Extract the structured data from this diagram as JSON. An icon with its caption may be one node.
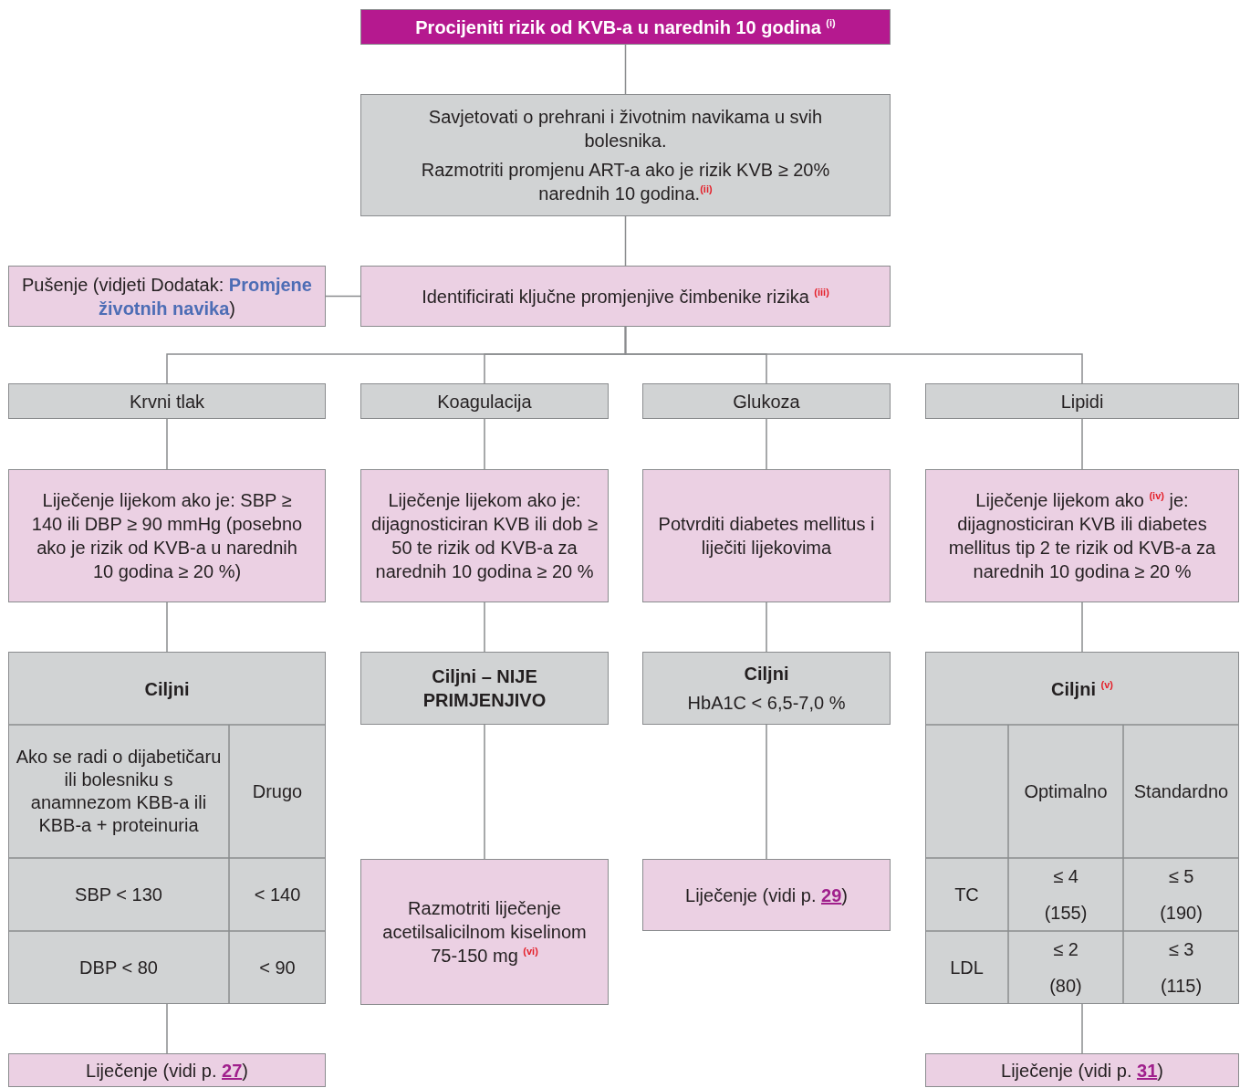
{
  "diagram": {
    "nodes": [
      {
        "text": [
          "Procijeniti rizik od KVB-a u narednih 10 godina $^{(i)}$"
        ]
      },
      {
        "text": [
          "Savjetovati o prehrani i životnim navikama u svih bolesnika.",
          "Razmotriti promjenu ART-a ako je rizik KVB ≥ 20% narednih 10 godina.$^{(ii)}$"
        ]
      },
      {
        "text": [
          "Pušenje (vidjeti Dodatak: **Promjene životnih navika**)"
        ]
      },
      {
        "text": [
          "Identificirati ključne promjenjive čimbenike rizika $^{(iii)}$"
        ]
      },
      {
        "text": [
          "Krvni tlak"
        ]
      },
      {
        "text": [
          "Koagulacija"
        ]
      },
      {
        "text": [
          "Glukoza"
        ]
      },
      {
        "text": [
          "Lipidi"
        ]
      },
      {
        "text": [
          "Liječenje lijekom ako je: SBP ≥ 140 ili DBP ≥ 90 mmHg (posebno ako je rizik od KVB-a u narednih 10 godina ≥ 20 %)"
        ]
      },
      {
        "text": [
          "Liječenje lijekom ako je: dijagnosticiran KVB ili dob ≥ 50 te rizik od KVB-a za narednih 10 godina ≥ 20 %"
        ]
      },
      {
        "text": [
          "Potvrditi diabetes mellitus i liječiti lijekovima"
        ]
      },
      {
        "text": [
          "Liječenje lijekom ako $^{(iv)}$ je: dijagnosticiran KVB ili diabetes mellitus tip 2 te rizik od KVB-a za narednih 10 godina  ≥ 20 %"
        ]
      },
      {
        "text": [
          "Ciljni"
        ]
      },
      {
        "text": [
          "Ciljni – NIJE PRIMJENJIVO"
        ]
      },
      {
        "text": [
          "Ciljni",
          "HbA1C < 6,5-7,0 %"
        ]
      },
      {
        "text": [
          "Ciljni $^{(v)}$"
        ]
      },
      {
        "text": [
          "Liječenje (vidi p. **27**)"
        ]
      },
      {
        "text": [
          "Razmotriti liječenje acetilsalicilnom kiselinom 75-150 mg $^{(vi)}$"
        ]
      },
      {
        "text": [
          "Liječenje (vidi p. **29**)"
        ]
      },
      {
        "text": [
          "Liječenje (vidi p. **31**)"
        ]
      }
    ],
    "edges": [
      {
        "from": 0,
        "to": 1,
        "arrow": "none"
      },
      {
        "from": 1,
        "to": 3,
        "arrow": "none"
      },
      {
        "from": 2,
        "to": 3,
        "arrow": "none"
      },
      {
        "from": 3,
        "to": 4,
        "arrow": "none"
      },
      {
        "from": 3,
        "to": 5,
        "arrow": "none"
      },
      {
        "from": 3,
        "to": 6,
        "arrow": "none"
      },
      {
        "from": 3,
        "to": 7,
        "arrow": "none"
      },
      {
        "from": 4,
        "to": 8,
        "arrow": "none"
      },
      {
        "from": 5,
        "to": 9,
        "arrow": "none"
      },
      {
        "from": 6,
        "to": 10,
        "arrow": "none"
      },
      {
        "from": 7,
        "to": 11,
        "arrow": "none"
      },
      {
        "from": 8,
        "to": 12,
        "arrow": "none"
      },
      {
        "from": 9,
        "to": 13,
        "arrow": "none"
      },
      {
        "from": 10,
        "to": 14,
        "arrow": "none"
      },
      {
        "from": 11,
        "to": 15,
        "arrow": "none"
      },
      {
        "from": 12,
        "to": 16,
        "arrow": "none"
      },
      {
        "from": 13,
        "to": 17,
        "arrow": "none"
      },
      {
        "from": 14,
        "to": 18,
        "arrow": "none"
      },
      {
        "from": 15,
        "to": 19,
        "arrow": "none"
      }
    ],
    "labels": [
      "Ako se radi o dijabetičaru ili bolesniku s anamnezom KBB-a ili KBB-a + proteinuria",
      "Drugo",
      "SBP < 130",
      "< 140",
      "DBP < 80",
      "< 90",
      "Optimalno",
      "Standardno",
      "TC",
      "≤ 4",
      "(155)",
      "≤ 5",
      "(190)",
      "LDL",
      "≤ 2",
      "(80)",
      "≤ 3",
      "(115)"
    ]
  }
}
